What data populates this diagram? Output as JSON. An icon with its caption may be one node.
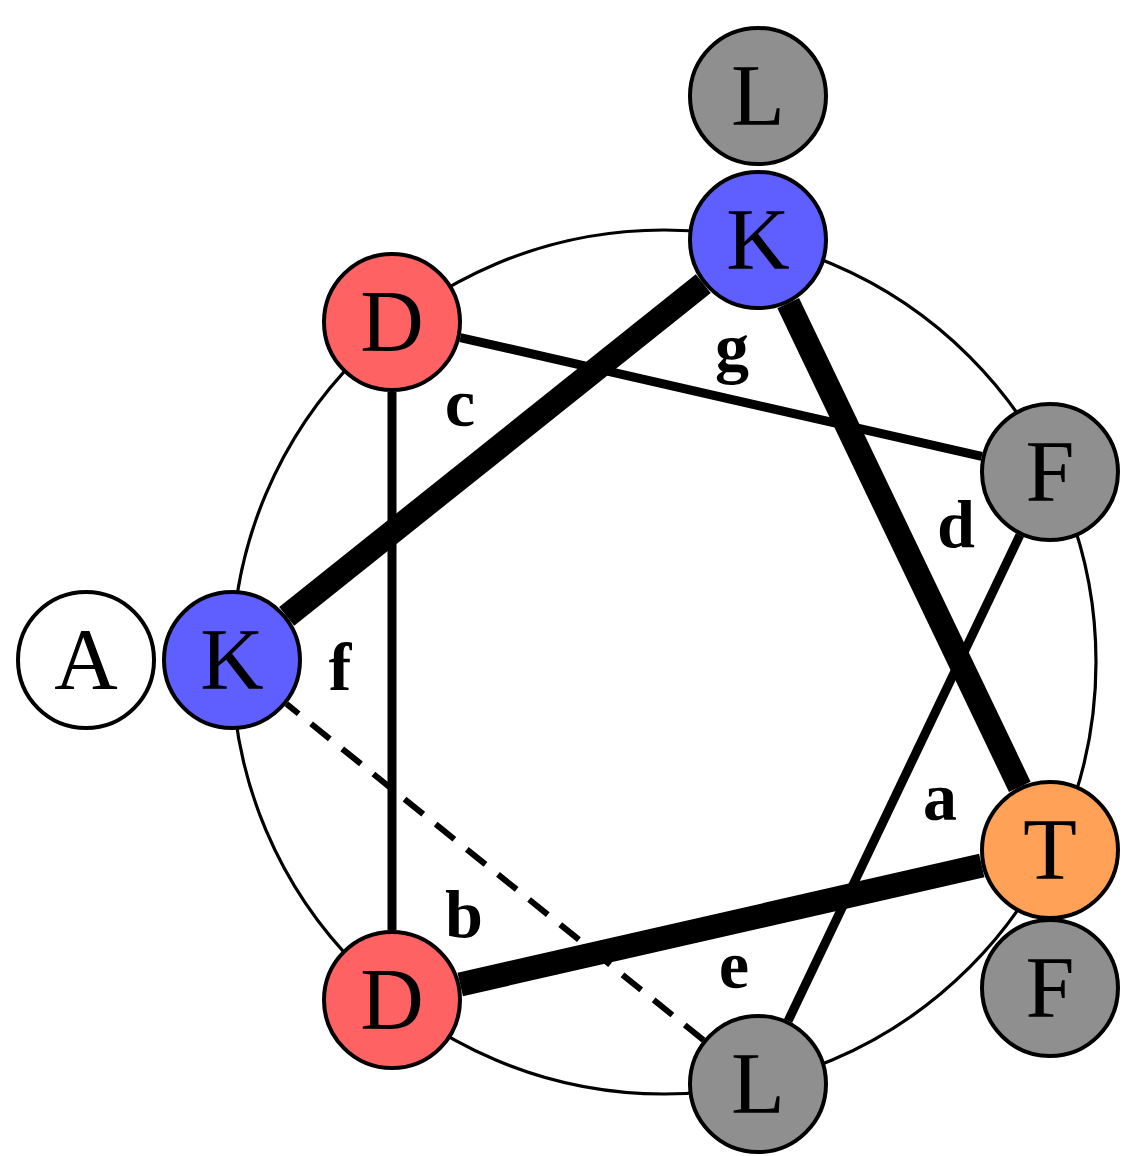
{
  "diagram": {
    "nodes": [
      {
        "text": [
          "L"
        ]
      },
      {
        "text": [
          "K"
        ]
      },
      {
        "text": [
          "D"
        ]
      },
      {
        "text": [
          "F"
        ]
      },
      {
        "text": [
          "A"
        ]
      },
      {
        "text": [
          "K"
        ]
      },
      {
        "text": [
          "T"
        ]
      },
      {
        "text": [
          "F"
        ]
      },
      {
        "text": [
          "D"
        ]
      },
      {
        "text": [
          "L"
        ]
      }
    ],
    "edges": [
      {
        "from": 5,
        "to": 1,
        "arrow": "none",
        "style": "thick"
      },
      {
        "from": 1,
        "to": 6,
        "arrow": "none",
        "style": "thick"
      },
      {
        "from": 6,
        "to": 8,
        "arrow": "none",
        "style": "thick"
      },
      {
        "from": 8,
        "to": 2,
        "arrow": "none"
      },
      {
        "from": 2,
        "to": 3,
        "arrow": "none"
      },
      {
        "from": 3,
        "to": 9,
        "arrow": "none"
      },
      {
        "from": 9,
        "to": 5,
        "arrow": "none",
        "style": "dashed"
      }
    ],
    "labels": [
      "g",
      "c",
      "d",
      "f",
      "a",
      "b",
      "e"
    ]
  }
}
